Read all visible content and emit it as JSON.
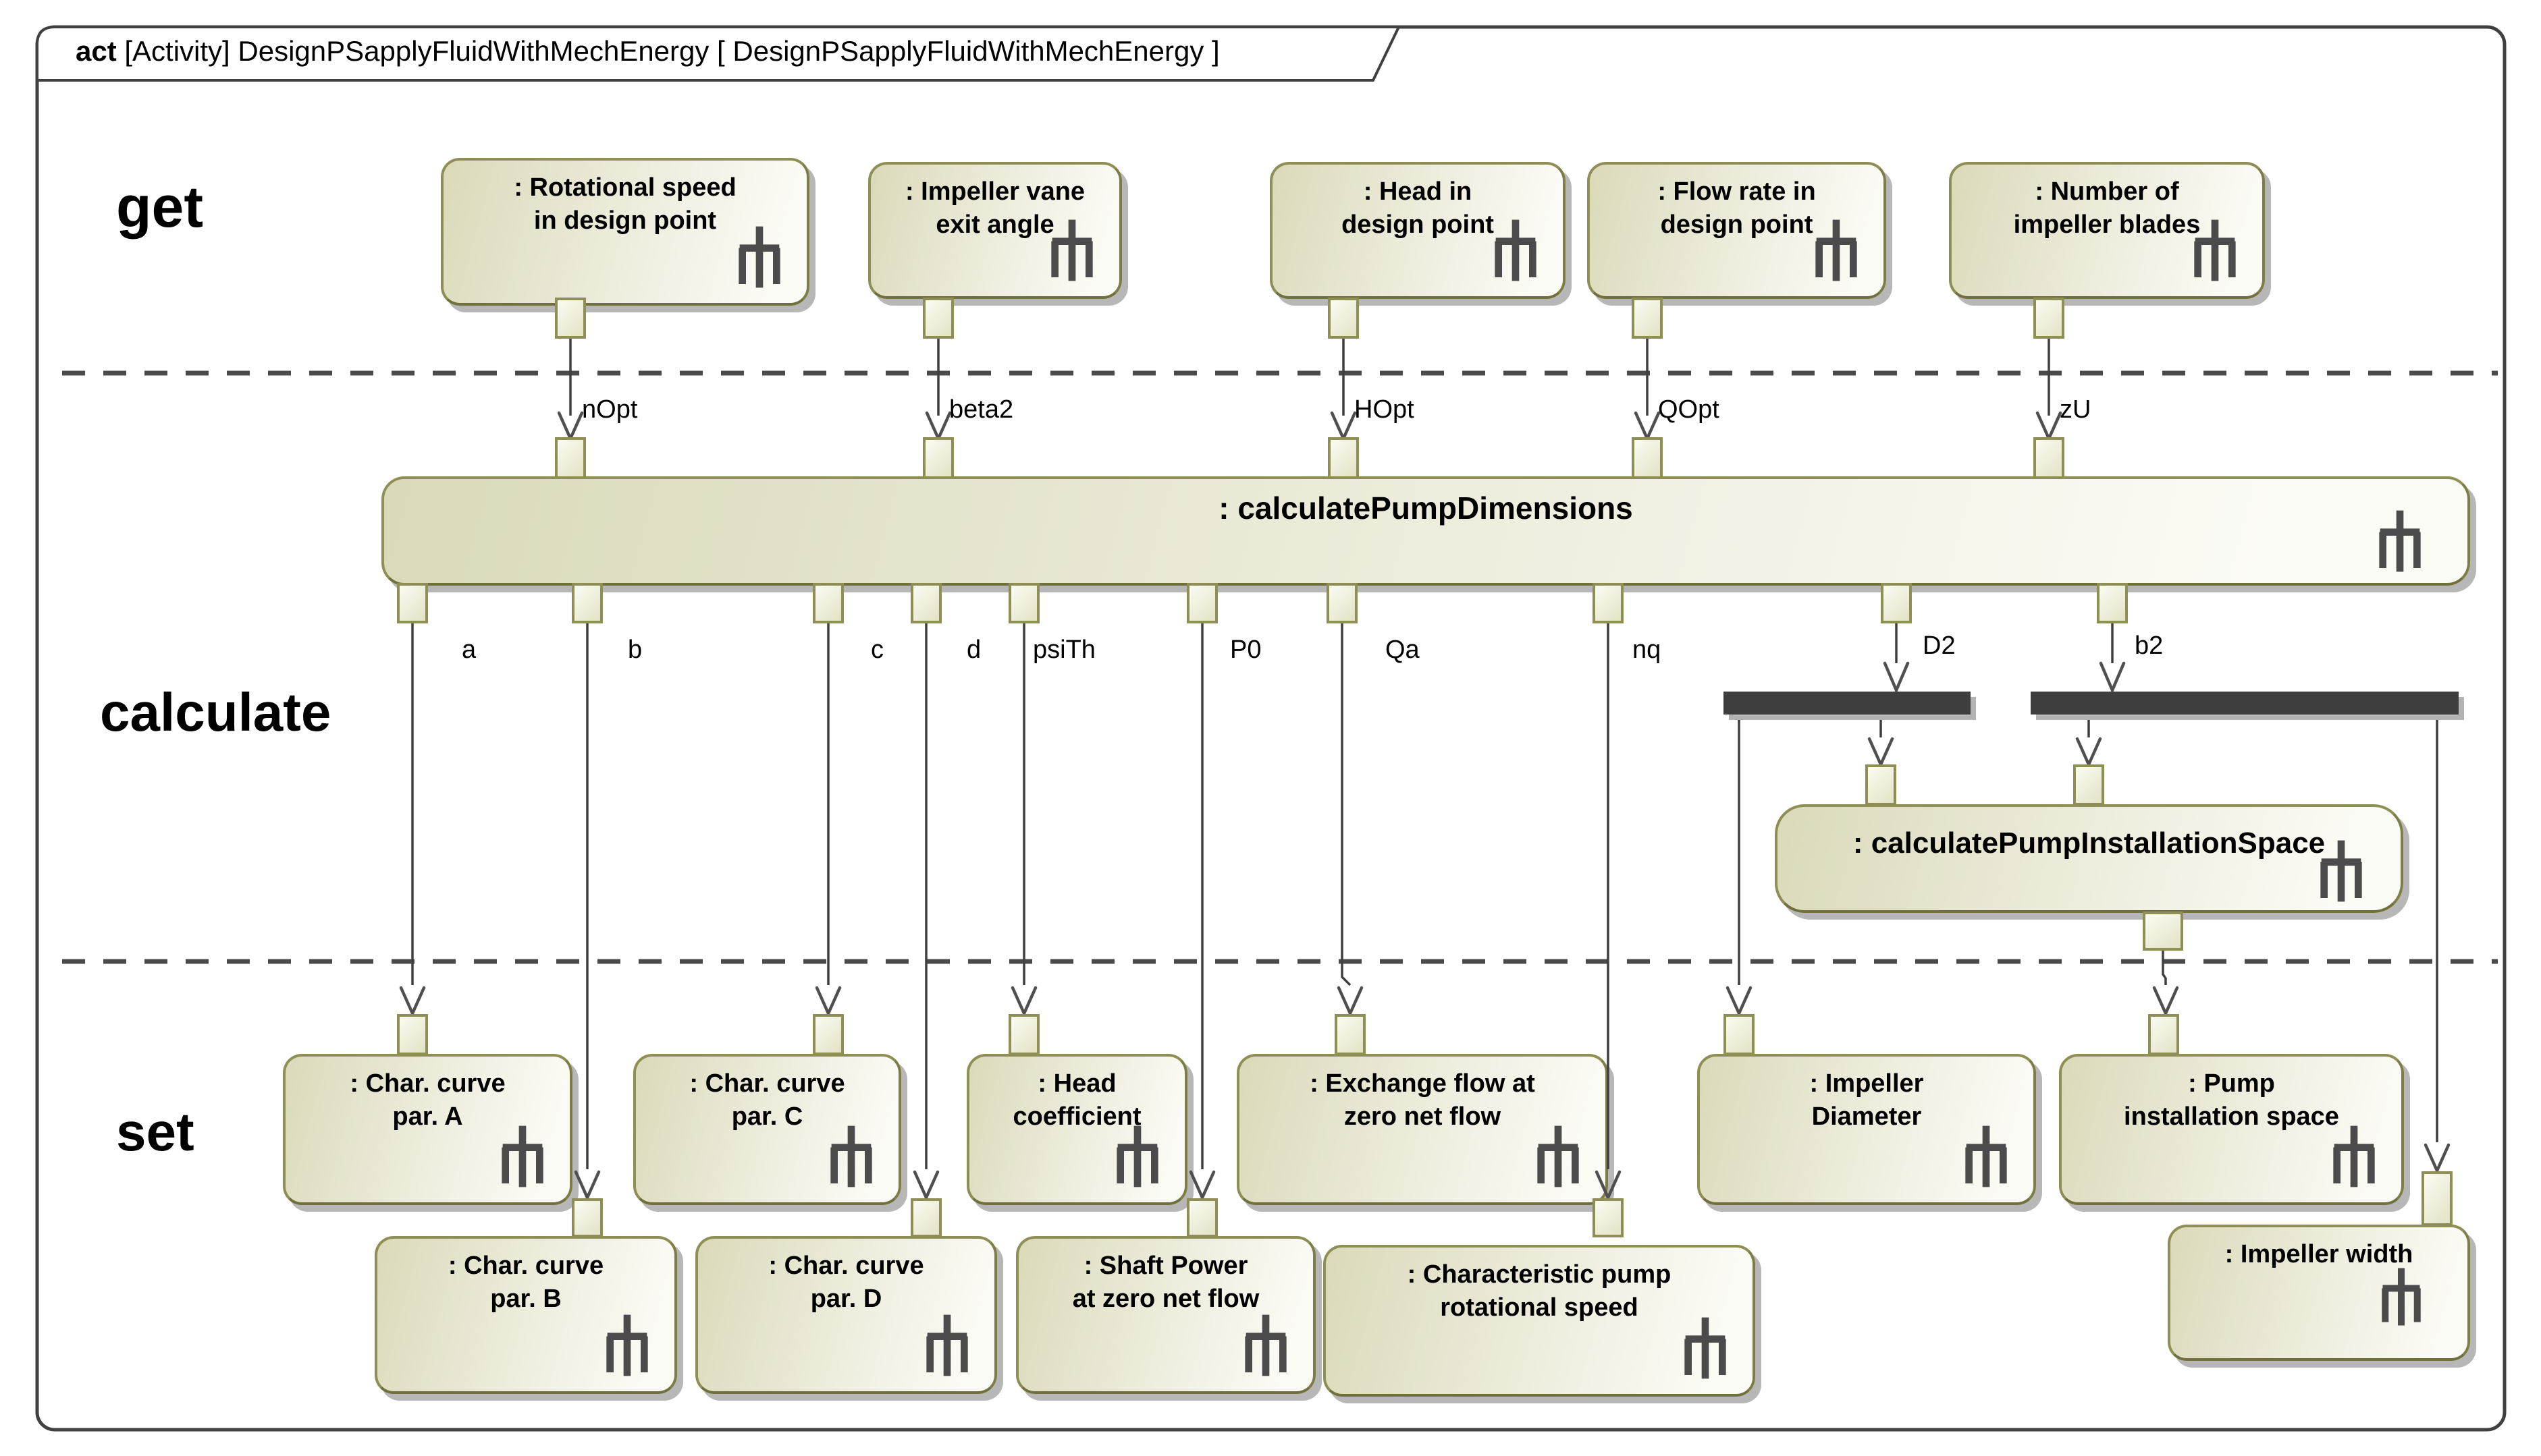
{
  "frame": {
    "keyword": "act",
    "title": "[Activity] DesignPSapplyFluidWithMechEnergy [ DesignPSapplyFluidWithMechEnergy ]"
  },
  "lanes": {
    "get": "get",
    "calculate": "calculate",
    "set": "set"
  },
  "nodes": [
    {
      "label": ": Rotational speed\nin design point"
    },
    {
      "label": ": Impeller vane\nexit angle"
    },
    {
      "label": ": Head in\ndesign point"
    },
    {
      "label": ": Flow rate in\ndesign point"
    },
    {
      "label": ": Number of\nimpeller blades"
    },
    {
      "label": ": calculatePumpDimensions"
    },
    {
      "label": ": calculatePumpInstallationSpace"
    },
    {
      "label": ": Char. curve\npar. A"
    },
    {
      "label": ": Char. curve\npar. C"
    },
    {
      "label": ": Head\ncoefficient"
    },
    {
      "label": ": Exchange flow at\nzero net flow"
    },
    {
      "label": ": Impeller\nDiameter"
    },
    {
      "label": ": Pump\ninstallation space"
    },
    {
      "label": ": Char. curve\npar. B"
    },
    {
      "label": ": Char. curve\npar. D"
    },
    {
      "label": ": Shaft Power\nat zero net flow"
    },
    {
      "label": ": Characteristic pump\nrotational speed"
    },
    {
      "label": ": Impeller width"
    }
  ],
  "pin_labels": {
    "nOpt": "nOpt",
    "beta2": "beta2",
    "HOpt": "HOpt",
    "QOpt": "QOpt",
    "zU": "zU",
    "a": "a",
    "b": "b",
    "c": "c",
    "d": "d",
    "psiTh": "psiTh",
    "P0": "P0",
    "Qa": "Qa",
    "nq": "nq",
    "D2": "D2",
    "b2": "b2"
  },
  "colors": {
    "node_border": "#8e8f55",
    "node_fill_dark": "#dadaba",
    "node_fill_light": "#fbfbf5",
    "shadow": "#b7b7b7",
    "edge": "#3f3f3f",
    "fork_bar": "#3e3e3e",
    "frame_border": "#404040",
    "text": "#000000"
  }
}
